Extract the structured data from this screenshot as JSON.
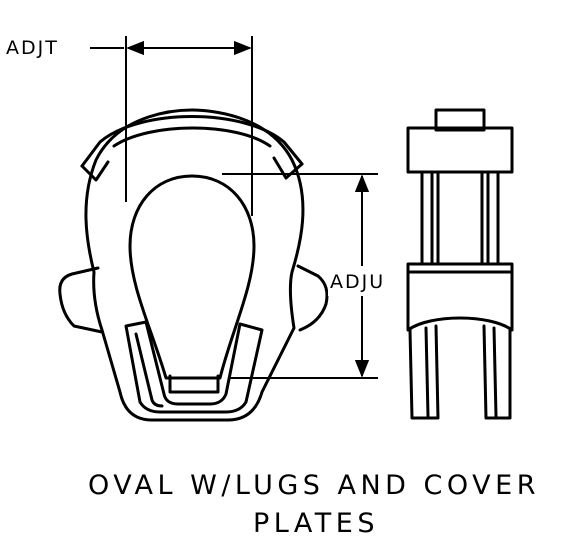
{
  "dimensions": {
    "width_label": "ADJT",
    "height_label": "ADJU"
  },
  "caption": {
    "line1": "OVAL W/LUGS AND COVER",
    "line2": "PLATES"
  },
  "colors": {
    "ink": "#000000",
    "paper": "#ffffff"
  }
}
